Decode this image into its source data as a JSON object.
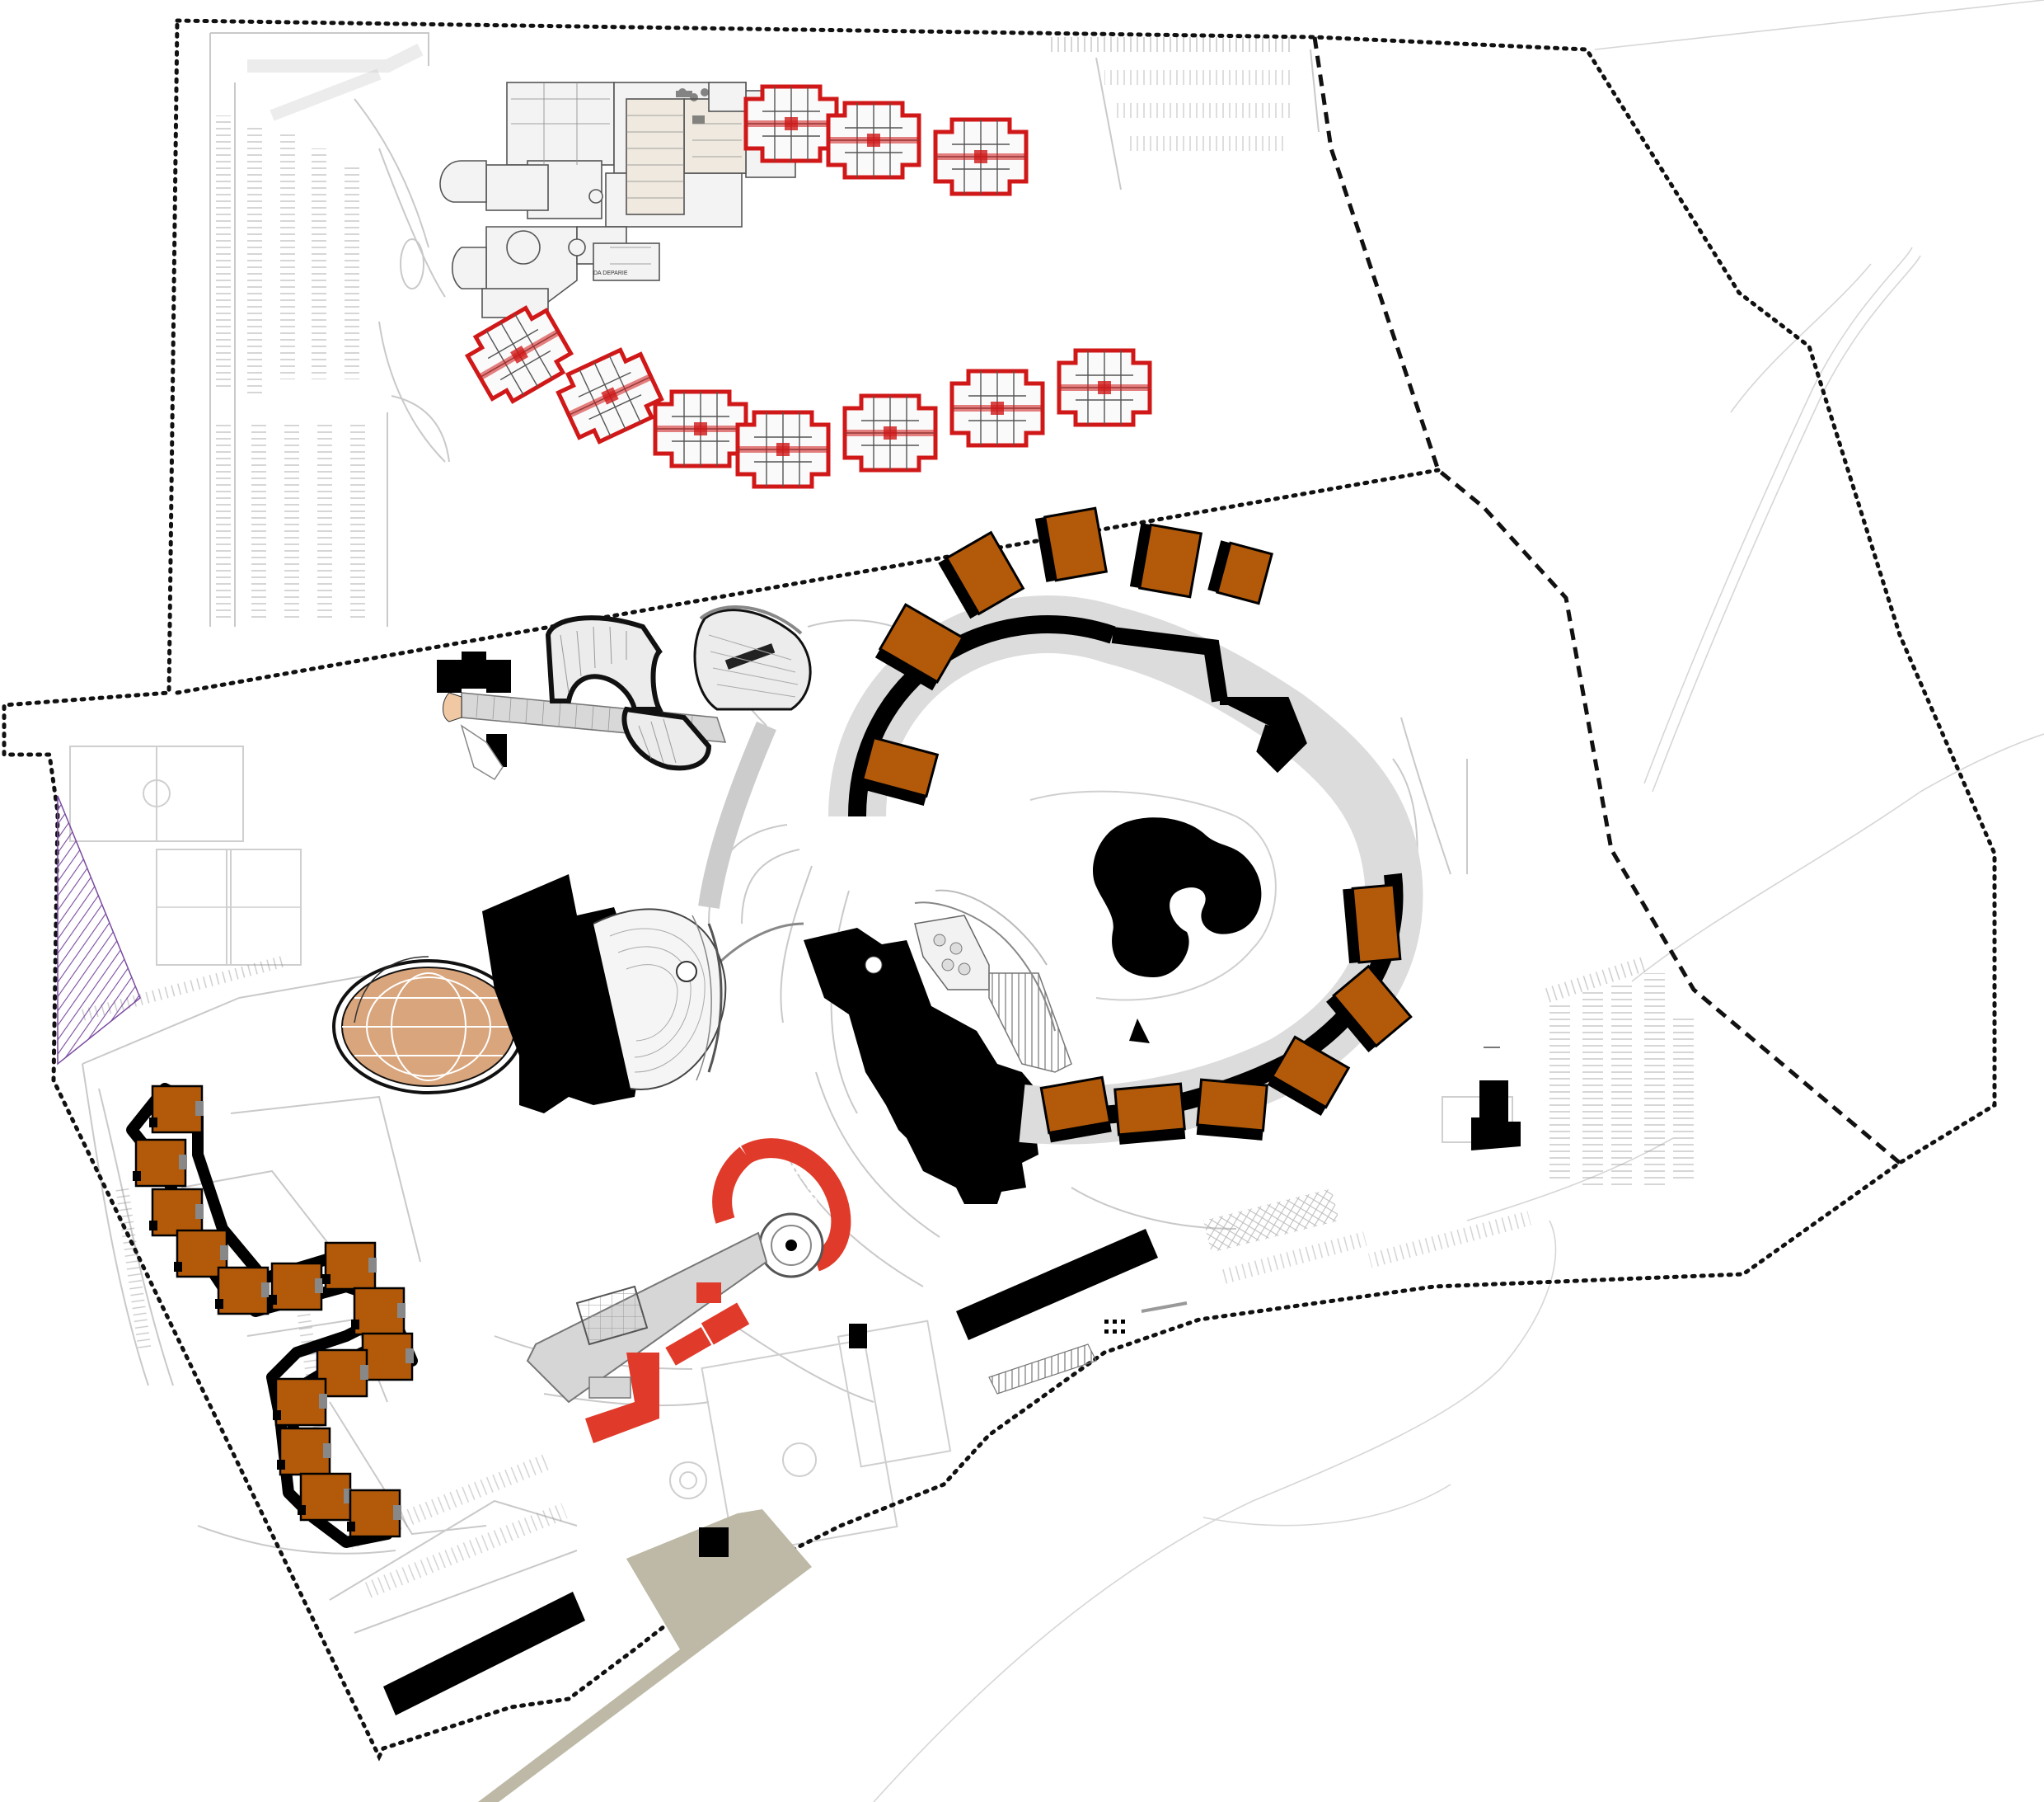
{
  "map": {
    "labels": {
      "depart_label": "DA DEPARIE"
    },
    "colors": {
      "background": "#ffffff",
      "boundary": "#111111",
      "road_lines": "#c9c9c9",
      "building_black": "#000000",
      "building_orange": "#b35a0a",
      "dome_tan": "#d9a57c",
      "accent_red": "#e03a2a",
      "plan_red": "#d01818",
      "plan_grey": "#888888",
      "hatch_purple": "#7a4aa0",
      "entrance_plaza": "#bdb9a6"
    },
    "icons": {
      "north_site_floor_plan": "floor-plan-drawing",
      "hatched_zone": "diagonal-hatch",
      "sports_fields": "court-outline"
    }
  }
}
